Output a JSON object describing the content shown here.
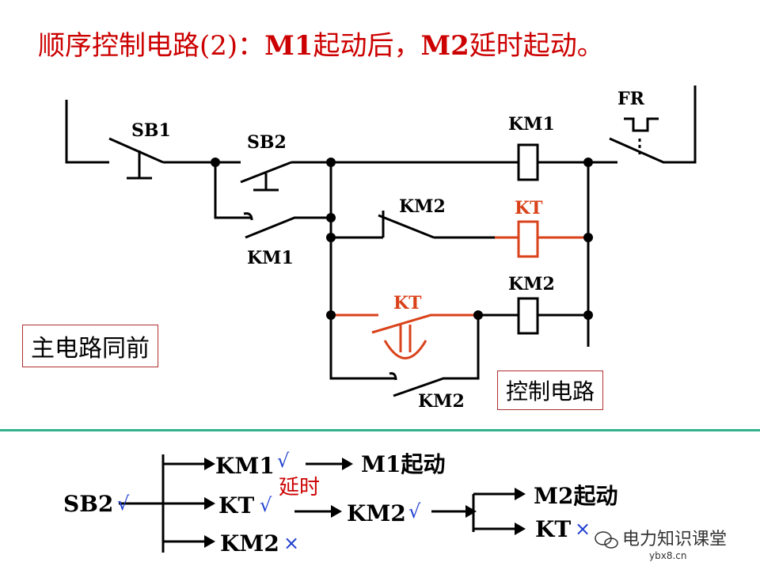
{
  "title": {
    "prefix": "顺序控制电路(2)：",
    "m1": "M1",
    "mid": "起动后，",
    "m2": "M2",
    "suffix": "延时起动。"
  },
  "labels": {
    "sb1": "SB1",
    "sb2": "SB2",
    "km1_coil": "KM1",
    "fr": "FR",
    "km1_contact": "KM1",
    "km2_contact_nc": "KM2",
    "kt_coil": "KT",
    "kt_contact": "KT",
    "km2_coil": "KM2",
    "km2_contact_no": "KM2"
  },
  "notes": {
    "main_circuit": "主电路同前",
    "control_circuit": "控制电路"
  },
  "sequence": {
    "sb2": "SB2",
    "sb2_mark": "√",
    "km1": "KM1",
    "km1_mark": "√",
    "m1_start": "M1起动",
    "kt": "KT",
    "kt_mark": "√",
    "delay": "延时",
    "km2_x": "KM2",
    "km2_x_mark": "×",
    "km2": "KM2",
    "km2_mark": "√",
    "m2_start": "M2起动",
    "kt_off": "KT",
    "kt_off_mark": "×"
  },
  "watermark": {
    "name": "电力知识课堂",
    "site": "ybx8.cn"
  },
  "colors": {
    "title": "#cc0000",
    "kt_highlight": "#d9421a",
    "divider": "#33b38a",
    "check_mark": "#1f3fd0"
  }
}
